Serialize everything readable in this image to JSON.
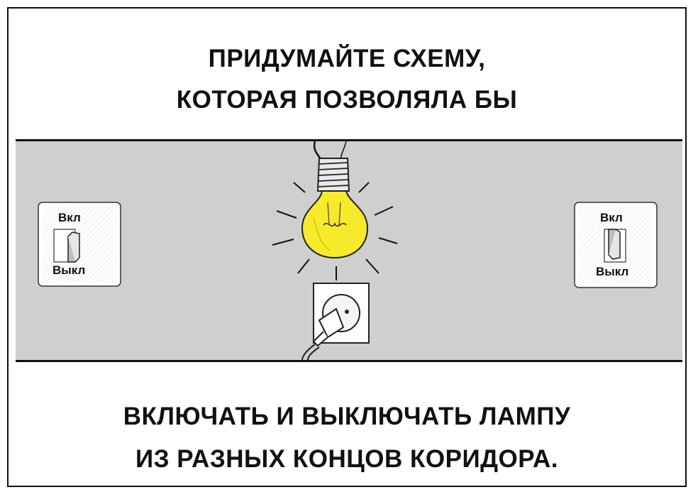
{
  "top_heading": {
    "line1": "ПРИДУМАЙТЕ СХЕМУ,",
    "line2": "КОТОРАЯ ПОЗВОЛЯЛА БЫ"
  },
  "bottom_heading": {
    "line1": "ВКЛЮЧАТЬ И ВЫКЛЮЧАТЬ ЛАМПУ",
    "line2": "ИЗ РАЗНЫХ КОНЦОВ КОРИДОРА."
  },
  "left_switch": {
    "on_label": "Вкл",
    "off_label": "Выкл"
  },
  "right_switch": {
    "on_label": "Вкл",
    "off_label": "Выкл"
  },
  "colors": {
    "corridor": "#cfcfcf",
    "bulb": "#f7ea2a",
    "ink": "#111111"
  },
  "icons": [
    "light-bulb-icon",
    "socket-icon",
    "plug-icon",
    "wall-switch-icon"
  ]
}
